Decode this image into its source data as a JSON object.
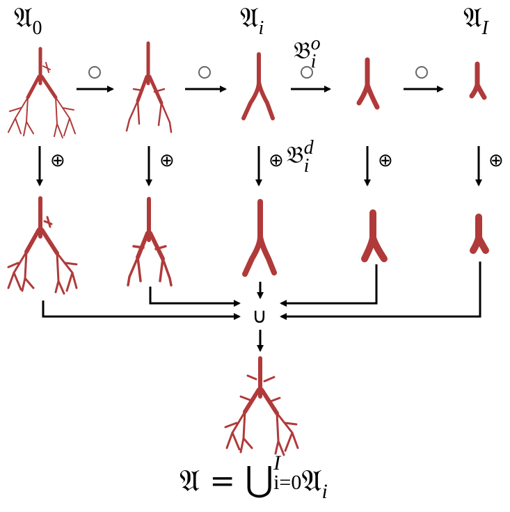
{
  "labels": {
    "a0": {
      "symbol": "𝔄",
      "sub": "0"
    },
    "ai": {
      "symbol": "𝔄",
      "sub": "i"
    },
    "aI": {
      "symbol": "𝔄",
      "sub": "I"
    },
    "bo": {
      "symbol": "𝔅",
      "sup": "o",
      "sub": "i"
    },
    "bd": {
      "symbol": "𝔅",
      "sup": "d",
      "sub": "i"
    }
  },
  "operators": {
    "compose": "○",
    "dilate": "⊕",
    "union": "∪"
  },
  "formula": {
    "lhs": "𝔄",
    "equals": "=",
    "big_union": "⋃",
    "upper": "I",
    "lower": "i=0",
    "term": "𝔄",
    "term_sub": "i"
  },
  "colors": {
    "vessel": "#b03a3a",
    "vessel_dark": "#8e2a2a",
    "arrow": "#000000",
    "circle": "#666666"
  }
}
